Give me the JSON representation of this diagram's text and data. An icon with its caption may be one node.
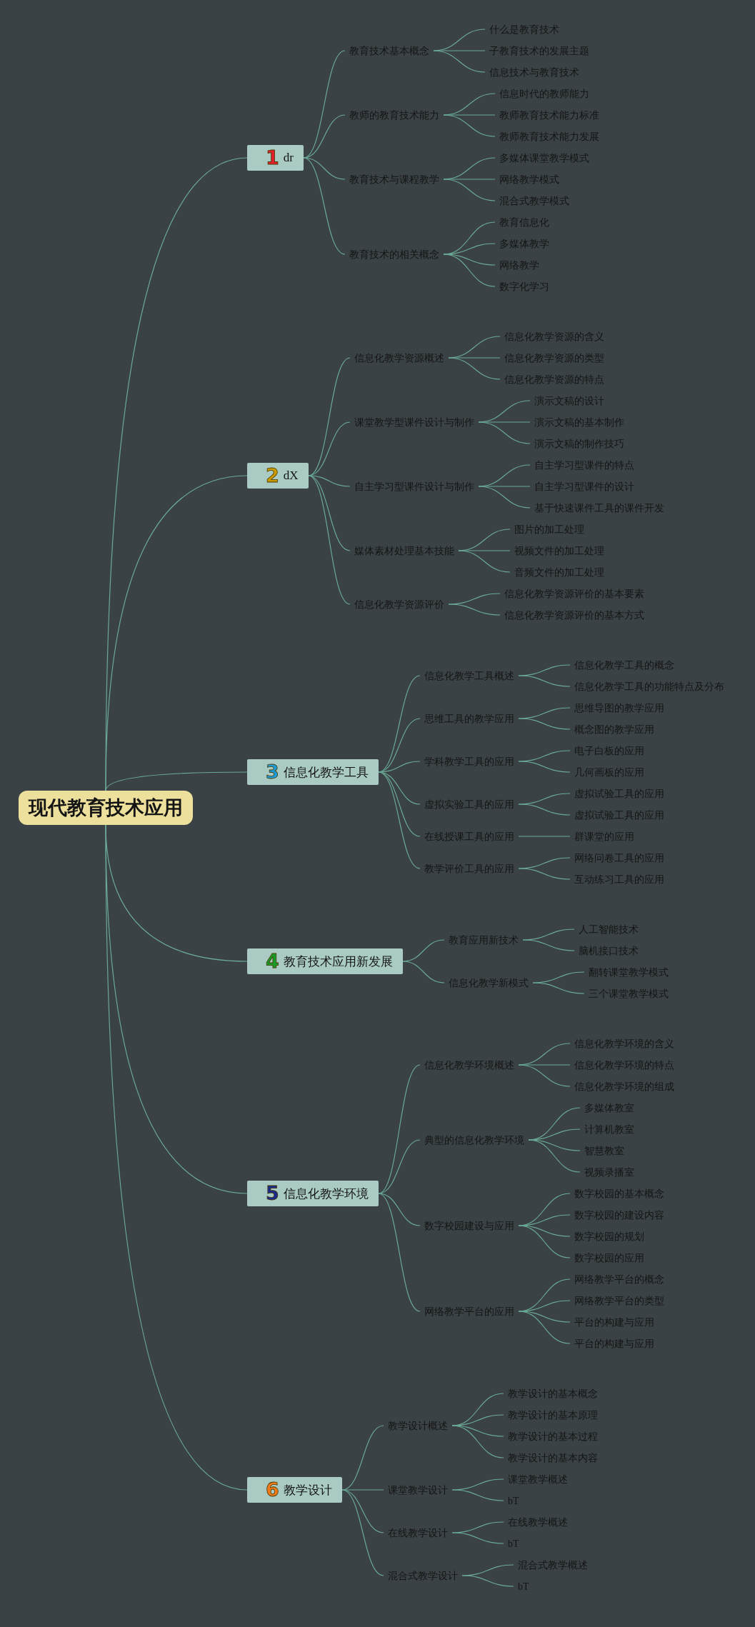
{
  "diagram": {
    "nodes": [
      {
        "text": [
          "现代教育技术应用"
        ]
      },
      {
        "text": [
          "1",
          "dr"
        ]
      },
      {
        "text": [
          "教育技术基本概念"
        ]
      },
      {
        "text": [
          "什么是教育技术"
        ]
      },
      {
        "text": [
          "子教育技术的发展主题"
        ]
      },
      {
        "text": [
          "信息技术与教育技术"
        ]
      },
      {
        "text": [
          "教师的教育技术能力"
        ]
      },
      {
        "text": [
          "信息时代的教师能力"
        ]
      },
      {
        "text": [
          "教师教育技术能力标准"
        ]
      },
      {
        "text": [
          "教师教育技术能力发展"
        ]
      },
      {
        "text": [
          "教育技术与课程教学"
        ]
      },
      {
        "text": [
          "多媒体课堂教学模式"
        ]
      },
      {
        "text": [
          "网络教学模式"
        ]
      },
      {
        "text": [
          "混合式教学模式"
        ]
      },
      {
        "text": [
          "教育技术的相关概念"
        ]
      },
      {
        "text": [
          "教育信息化"
        ]
      },
      {
        "text": [
          "多媒体教学"
        ]
      },
      {
        "text": [
          "网络教学"
        ]
      },
      {
        "text": [
          "数字化学习"
        ]
      },
      {
        "text": [
          "2",
          "dX"
        ]
      },
      {
        "text": [
          "信息化教学资源概述"
        ]
      },
      {
        "text": [
          "信息化教学资源的含义"
        ]
      },
      {
        "text": [
          "信息化教学资源的类型"
        ]
      },
      {
        "text": [
          "信息化教学资源的特点"
        ]
      },
      {
        "text": [
          "课堂教学型课件设计与制作"
        ]
      },
      {
        "text": [
          "演示文稿的设计"
        ]
      },
      {
        "text": [
          "演示文稿的基本制作"
        ]
      },
      {
        "text": [
          "演示文稿的制作技巧"
        ]
      },
      {
        "text": [
          "自主学习型课件设计与制作"
        ]
      },
      {
        "text": [
          "自主学习型课件的特点"
        ]
      },
      {
        "text": [
          "自主学习型课件的设计"
        ]
      },
      {
        "text": [
          "基于快速课件工具的课件开发"
        ]
      },
      {
        "text": [
          "媒体素材处理基本技能"
        ]
      },
      {
        "text": [
          "图片的加工处理"
        ]
      },
      {
        "text": [
          "视频文件的加工处理"
        ]
      },
      {
        "text": [
          "音频文件的加工处理"
        ]
      },
      {
        "text": [
          "信息化教学资源评价"
        ]
      },
      {
        "text": [
          "信息化教学资源评价的基本要素"
        ]
      },
      {
        "text": [
          "信息化教学资源评价的基本方式"
        ]
      },
      {
        "text": [
          "3",
          "信息化教学工具"
        ]
      },
      {
        "text": [
          "信息化教学工具概述"
        ]
      },
      {
        "text": [
          "信息化教学工具的概念"
        ]
      },
      {
        "text": [
          "信息化教学工具的功能特点及分布"
        ]
      },
      {
        "text": [
          "思维工具的教学应用"
        ]
      },
      {
        "text": [
          "思维导图的教学应用"
        ]
      },
      {
        "text": [
          "概念图的教学应用"
        ]
      },
      {
        "text": [
          "学科教学工具的应用"
        ]
      },
      {
        "text": [
          "电子白板的应用"
        ]
      },
      {
        "text": [
          "几何画板的应用"
        ]
      },
      {
        "text": [
          "虚拟实验工具的应用"
        ]
      },
      {
        "text": [
          "虚拟试验工具的应用"
        ]
      },
      {
        "text": [
          "虚拟试验工具的应用"
        ]
      },
      {
        "text": [
          "在线授课工具的应用"
        ]
      },
      {
        "text": [
          "群课堂的应用"
        ]
      },
      {
        "text": [
          "教学评价工具的应用"
        ]
      },
      {
        "text": [
          "网络问卷工具的应用"
        ]
      },
      {
        "text": [
          "互动练习工具的应用"
        ]
      },
      {
        "text": [
          "4",
          "教育技术应用新发展"
        ]
      },
      {
        "text": [
          "教育应用新技术"
        ]
      },
      {
        "text": [
          "人工智能技术"
        ]
      },
      {
        "text": [
          "脑机接口技术"
        ]
      },
      {
        "text": [
          "信息化教学新模式"
        ]
      },
      {
        "text": [
          "翻转课堂教学模式"
        ]
      },
      {
        "text": [
          "三个课堂教学模式"
        ]
      },
      {
        "text": [
          "5",
          "信息化教学环境"
        ]
      },
      {
        "text": [
          "信息化教学环境概述"
        ]
      },
      {
        "text": [
          "信息化教学环境的含义"
        ]
      },
      {
        "text": [
          "信息化教学环境的特点"
        ]
      },
      {
        "text": [
          "信息化教学环境的组成"
        ]
      },
      {
        "text": [
          "典型的信息化教学环境"
        ]
      },
      {
        "text": [
          "多媒体教室"
        ]
      },
      {
        "text": [
          "计算机教室"
        ]
      },
      {
        "text": [
          "智慧教室"
        ]
      },
      {
        "text": [
          "视频录播室"
        ]
      },
      {
        "text": [
          "数字校园建设与应用"
        ]
      },
      {
        "text": [
          "数字校园的基本概念"
        ]
      },
      {
        "text": [
          "数字校园的建设内容"
        ]
      },
      {
        "text": [
          "数字校园的规划"
        ]
      },
      {
        "text": [
          "数字校园的应用"
        ]
      },
      {
        "text": [
          "网络教学平台的应用"
        ]
      },
      {
        "text": [
          "网络教学平台的概念"
        ]
      },
      {
        "text": [
          "网络教学平台的类型"
        ]
      },
      {
        "text": [
          "平台的构建与应用"
        ]
      },
      {
        "text": [
          "平台的构建与应用"
        ]
      },
      {
        "text": [
          "6",
          "教学设计"
        ]
      },
      {
        "text": [
          "教学设计概述"
        ]
      },
      {
        "text": [
          "教学设计的基本概念"
        ]
      },
      {
        "text": [
          "教学设计的基本原理"
        ]
      },
      {
        "text": [
          "教学设计的基本过程"
        ]
      },
      {
        "text": [
          "教学设计的基本内容"
        ]
      },
      {
        "text": [
          "课堂教学设计"
        ]
      },
      {
        "text": [
          "课堂教学概述"
        ]
      },
      {
        "text": [
          "bT"
        ]
      },
      {
        "text": [
          "在线教学设计"
        ]
      },
      {
        "text": [
          "在线教学概述"
        ]
      },
      {
        "text": [
          "bT"
        ]
      },
      {
        "text": [
          "混合式教学设计"
        ]
      },
      {
        "text": [
          "混合式教学概述"
        ]
      },
      {
        "text": [
          "bT"
        ]
      }
    ],
    "edges": [
      {
        "from": 0,
        "to": 1,
        "arrow": "none"
      },
      {
        "from": 1,
        "to": 2,
        "arrow": "none"
      },
      {
        "from": 2,
        "to": 3,
        "arrow": "none"
      },
      {
        "from": 2,
        "to": 4,
        "arrow": "none"
      },
      {
        "from": 2,
        "to": 5,
        "arrow": "none"
      },
      {
        "from": 1,
        "to": 6,
        "arrow": "none"
      },
      {
        "from": 6,
        "to": 7,
        "arrow": "none"
      },
      {
        "from": 6,
        "to": 8,
        "arrow": "none"
      },
      {
        "from": 6,
        "to": 9,
        "arrow": "none"
      },
      {
        "from": 1,
        "to": 10,
        "arrow": "none"
      },
      {
        "from": 10,
        "to": 11,
        "arrow": "none"
      },
      {
        "from": 10,
        "to": 12,
        "arrow": "none"
      },
      {
        "from": 10,
        "to": 13,
        "arrow": "none"
      },
      {
        "from": 1,
        "to": 14,
        "arrow": "none"
      },
      {
        "from": 14,
        "to": 15,
        "arrow": "none"
      },
      {
        "from": 14,
        "to": 16,
        "arrow": "none"
      },
      {
        "from": 14,
        "to": 17,
        "arrow": "none"
      },
      {
        "from": 14,
        "to": 18,
        "arrow": "none"
      },
      {
        "from": 0,
        "to": 19,
        "arrow": "none"
      },
      {
        "from": 19,
        "to": 20,
        "arrow": "none"
      },
      {
        "from": 20,
        "to": 21,
        "arrow": "none"
      },
      {
        "from": 20,
        "to": 22,
        "arrow": "none"
      },
      {
        "from": 20,
        "to": 23,
        "arrow": "none"
      },
      {
        "from": 19,
        "to": 24,
        "arrow": "none"
      },
      {
        "from": 24,
        "to": 25,
        "arrow": "none"
      },
      {
        "from": 24,
        "to": 26,
        "arrow": "none"
      },
      {
        "from": 24,
        "to": 27,
        "arrow": "none"
      },
      {
        "from": 19,
        "to": 28,
        "arrow": "none"
      },
      {
        "from": 28,
        "to": 29,
        "arrow": "none"
      },
      {
        "from": 28,
        "to": 30,
        "arrow": "none"
      },
      {
        "from": 28,
        "to": 31,
        "arrow": "none"
      },
      {
        "from": 19,
        "to": 32,
        "arrow": "none"
      },
      {
        "from": 32,
        "to": 33,
        "arrow": "none"
      },
      {
        "from": 32,
        "to": 34,
        "arrow": "none"
      },
      {
        "from": 32,
        "to": 35,
        "arrow": "none"
      },
      {
        "from": 19,
        "to": 36,
        "arrow": "none"
      },
      {
        "from": 36,
        "to": 37,
        "arrow": "none"
      },
      {
        "from": 36,
        "to": 38,
        "arrow": "none"
      },
      {
        "from": 0,
        "to": 39,
        "arrow": "none"
      },
      {
        "from": 39,
        "to": 40,
        "arrow": "none"
      },
      {
        "from": 40,
        "to": 41,
        "arrow": "none"
      },
      {
        "from": 40,
        "to": 42,
        "arrow": "none"
      },
      {
        "from": 39,
        "to": 43,
        "arrow": "none"
      },
      {
        "from": 43,
        "to": 44,
        "arrow": "none"
      },
      {
        "from": 43,
        "to": 45,
        "arrow": "none"
      },
      {
        "from": 39,
        "to": 46,
        "arrow": "none"
      },
      {
        "from": 46,
        "to": 47,
        "arrow": "none"
      },
      {
        "from": 46,
        "to": 48,
        "arrow": "none"
      },
      {
        "from": 39,
        "to": 49,
        "arrow": "none"
      },
      {
        "from": 49,
        "to": 50,
        "arrow": "none"
      },
      {
        "from": 49,
        "to": 51,
        "arrow": "none"
      },
      {
        "from": 39,
        "to": 52,
        "arrow": "none"
      },
      {
        "from": 52,
        "to": 53,
        "arrow": "none"
      },
      {
        "from": 39,
        "to": 54,
        "arrow": "none"
      },
      {
        "from": 54,
        "to": 55,
        "arrow": "none"
      },
      {
        "from": 54,
        "to": 56,
        "arrow": "none"
      },
      {
        "from": 0,
        "to": 57,
        "arrow": "none"
      },
      {
        "from": 57,
        "to": 58,
        "arrow": "none"
      },
      {
        "from": 58,
        "to": 59,
        "arrow": "none"
      },
      {
        "from": 58,
        "to": 60,
        "arrow": "none"
      },
      {
        "from": 57,
        "to": 61,
        "arrow": "none"
      },
      {
        "from": 61,
        "to": 62,
        "arrow": "none"
      },
      {
        "from": 61,
        "to": 63,
        "arrow": "none"
      },
      {
        "from": 0,
        "to": 64,
        "arrow": "none"
      },
      {
        "from": 64,
        "to": 65,
        "arrow": "none"
      },
      {
        "from": 65,
        "to": 66,
        "arrow": "none"
      },
      {
        "from": 65,
        "to": 67,
        "arrow": "none"
      },
      {
        "from": 65,
        "to": 68,
        "arrow": "none"
      },
      {
        "from": 64,
        "to": 69,
        "arrow": "none"
      },
      {
        "from": 69,
        "to": 70,
        "arrow": "none"
      },
      {
        "from": 69,
        "to": 71,
        "arrow": "none"
      },
      {
        "from": 69,
        "to": 72,
        "arrow": "none"
      },
      {
        "from": 69,
        "to": 73,
        "arrow": "none"
      },
      {
        "from": 64,
        "to": 74,
        "arrow": "none"
      },
      {
        "from": 74,
        "to": 75,
        "arrow": "none"
      },
      {
        "from": 74,
        "to": 76,
        "arrow": "none"
      },
      {
        "from": 74,
        "to": 77,
        "arrow": "none"
      },
      {
        "from": 74,
        "to": 78,
        "arrow": "none"
      },
      {
        "from": 64,
        "to": 79,
        "arrow": "none"
      },
      {
        "from": 79,
        "to": 80,
        "arrow": "none"
      },
      {
        "from": 79,
        "to": 81,
        "arrow": "none"
      },
      {
        "from": 79,
        "to": 82,
        "arrow": "none"
      },
      {
        "from": 79,
        "to": 83,
        "arrow": "none"
      },
      {
        "from": 0,
        "to": 84,
        "arrow": "none"
      },
      {
        "from": 84,
        "to": 85,
        "arrow": "none"
      },
      {
        "from": 85,
        "to": 86,
        "arrow": "none"
      },
      {
        "from": 85,
        "to": 87,
        "arrow": "none"
      },
      {
        "from": 85,
        "to": 88,
        "arrow": "none"
      },
      {
        "from": 85,
        "to": 89,
        "arrow": "none"
      },
      {
        "from": 84,
        "to": 90,
        "arrow": "none"
      },
      {
        "from": 90,
        "to": 91,
        "arrow": "none"
      },
      {
        "from": 90,
        "to": 92,
        "arrow": "none"
      },
      {
        "from": 84,
        "to": 93,
        "arrow": "none"
      },
      {
        "from": 93,
        "to": 94,
        "arrow": "none"
      },
      {
        "from": 93,
        "to": 95,
        "arrow": "none"
      },
      {
        "from": 84,
        "to": 96,
        "arrow": "none"
      },
      {
        "from": 96,
        "to": 97,
        "arrow": "none"
      },
      {
        "from": 96,
        "to": 98,
        "arrow": "none"
      }
    ]
  }
}
